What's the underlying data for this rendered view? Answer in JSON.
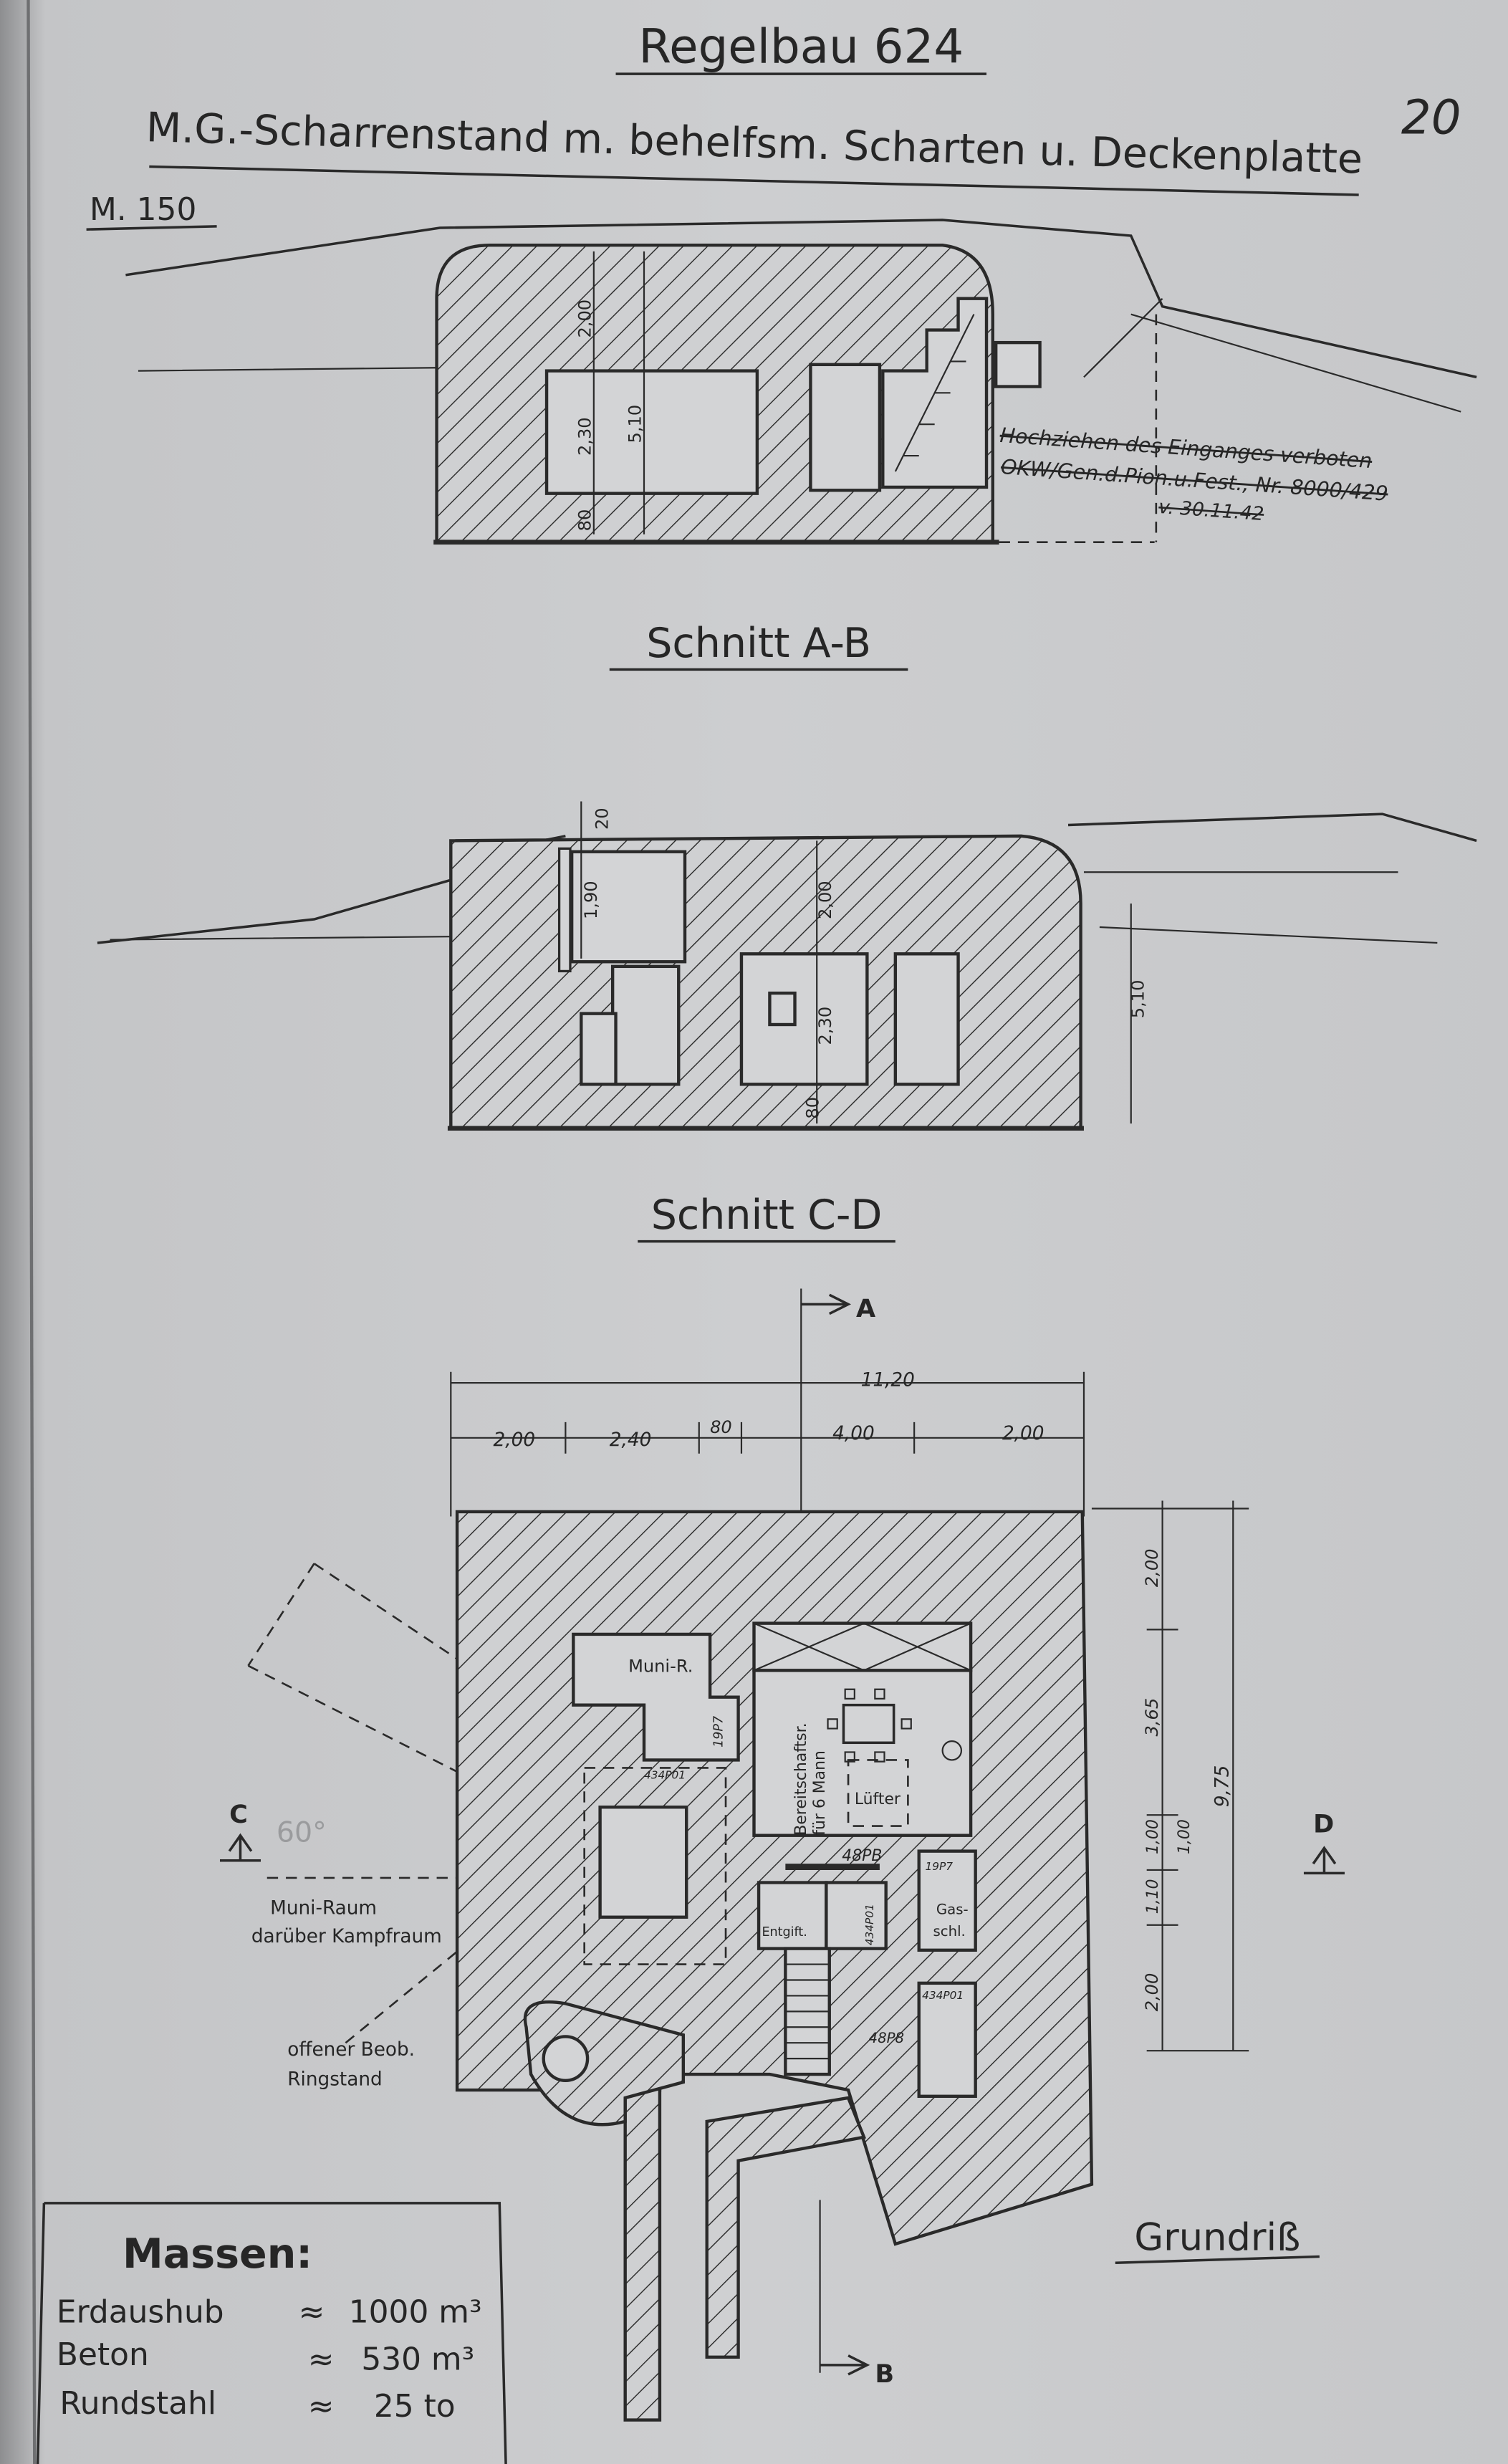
{
  "title": "Regelbau 624",
  "subtitle": "M.G.-Scharrenstand m. behelfsm. Scharten u. Deckenplatte",
  "scale": "M. 150",
  "page_number": "20",
  "note_struck": {
    "line1": "Hochziehen des Einganges verboten",
    "line2": "OKW/Gen.d.Pion.u.Fest., Nr. 8000/429",
    "line3": "v. 30.11.42"
  },
  "section_ab": {
    "label": "Schnitt A-B",
    "dims": {
      "roof": "2,00",
      "room": "2,30",
      "total": "5,10",
      "floor": "80"
    }
  },
  "section_cd": {
    "label": "Schnitt C-D",
    "dims": {
      "top": "20",
      "left_room": "1,90",
      "roof": "2,00",
      "room": "2,30",
      "floor": "80",
      "total": "5,10"
    }
  },
  "plan": {
    "label": "Grundriß",
    "markers": {
      "a": "A",
      "b": "B",
      "c": "C",
      "d": "D"
    },
    "dims_top": {
      "total": "11,20",
      "d1": "2,00",
      "d2": "2,40",
      "d3": "80",
      "d4": "4,00",
      "d5": "2,00"
    },
    "dims_right": {
      "d1": "2,00",
      "d2": "3,65",
      "d3": "1,00",
      "d4": "1,10",
      "d5": "1,00",
      "d6": "2,00",
      "total": "9,75"
    },
    "rooms": {
      "muni": "Muni-R.",
      "door1": "19P7",
      "door2": "434P01",
      "bereit1": "Bereitschaftsr.",
      "bereit2": "für 6 Mann",
      "luefter": "Lüfter",
      "door3": "48PB",
      "door4": "19P7",
      "gas1": "Gas-",
      "gas2": "schl.",
      "entgift": "Entgift.",
      "door5": "434P01",
      "door6": "434P01",
      "door7": "48P8"
    },
    "callouts": {
      "muni_raum1": "Muni-Raum",
      "muni_raum2": "darüber Kampfraum",
      "beob1": "offener Beob.",
      "beob2": "Ringstand",
      "angle": "60°"
    }
  },
  "massen": {
    "title": "Massen:",
    "rows": [
      {
        "label": "Erdaushub",
        "approx": "≈",
        "value": "1000 m³"
      },
      {
        "label": "Beton",
        "approx": "≈",
        "value": "530 m³"
      },
      {
        "label": "Rundstahl",
        "approx": "≈",
        "value": "25 to"
      }
    ]
  }
}
